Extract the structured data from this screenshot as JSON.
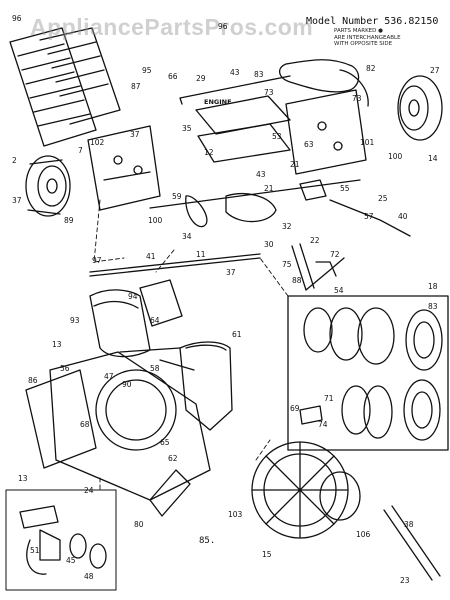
{
  "header": {
    "watermark": "AppliancePartsPros.com",
    "model_label": "Model Number 536.82150",
    "note_line1": "PARTS MARKED ●",
    "note_line2": "ARE INTERCHANGEABLE",
    "note_line3": "WITH OPPOSITE SIDE"
  },
  "diagram_code": "85.",
  "callouts": [
    {
      "id": "96a",
      "t": "96"
    },
    {
      "id": "95",
      "t": "95"
    },
    {
      "id": "96b",
      "t": "96"
    },
    {
      "id": "87",
      "t": "87"
    },
    {
      "id": "66",
      "t": "66"
    },
    {
      "id": "29",
      "t": "29"
    },
    {
      "id": "43",
      "t": "43"
    },
    {
      "id": "83a",
      "t": "83"
    },
    {
      "id": "73",
      "t": "73"
    },
    {
      "id": "82",
      "t": "82"
    },
    {
      "id": "27a",
      "t": "27"
    },
    {
      "id": "73b",
      "t": "73"
    },
    {
      "id": "engine",
      "t": "ENGINE"
    },
    {
      "id": "35",
      "t": "35"
    },
    {
      "id": "37a",
      "t": "37"
    },
    {
      "id": "102a",
      "t": "102"
    },
    {
      "id": "7",
      "t": "7"
    },
    {
      "id": "2",
      "t": "2"
    },
    {
      "id": "37b",
      "t": "37"
    },
    {
      "id": "89",
      "t": "89"
    },
    {
      "id": "100a",
      "t": "100"
    },
    {
      "id": "101",
      "t": "101"
    },
    {
      "id": "12",
      "t": "12"
    },
    {
      "id": "53",
      "t": "53"
    },
    {
      "id": "63",
      "t": "63"
    },
    {
      "id": "21a",
      "t": "21"
    },
    {
      "id": "21b",
      "t": "21"
    },
    {
      "id": "55",
      "t": "55"
    },
    {
      "id": "43b",
      "t": "43"
    },
    {
      "id": "100b",
      "t": "100"
    },
    {
      "id": "14",
      "t": "14"
    },
    {
      "id": "25",
      "t": "25"
    },
    {
      "id": "59",
      "t": "59"
    },
    {
      "id": "34",
      "t": "34"
    },
    {
      "id": "32",
      "t": "32"
    },
    {
      "id": "11",
      "t": "11"
    },
    {
      "id": "41",
      "t": "41"
    },
    {
      "id": "97",
      "t": "97"
    },
    {
      "id": "94",
      "t": "94"
    },
    {
      "id": "37c",
      "t": "37"
    },
    {
      "id": "72",
      "t": "72"
    },
    {
      "id": "75",
      "t": "75"
    },
    {
      "id": "88",
      "t": "88"
    },
    {
      "id": "18",
      "t": "18"
    },
    {
      "id": "54",
      "t": "54"
    },
    {
      "id": "93",
      "t": "93"
    },
    {
      "id": "13a",
      "t": "13"
    },
    {
      "id": "64",
      "t": "64"
    },
    {
      "id": "61",
      "t": "61"
    },
    {
      "id": "58",
      "t": "58"
    },
    {
      "id": "47",
      "t": "47"
    },
    {
      "id": "56",
      "t": "56"
    },
    {
      "id": "90",
      "t": "90"
    },
    {
      "id": "86",
      "t": "86"
    },
    {
      "id": "68",
      "t": "68"
    },
    {
      "id": "13b",
      "t": "13"
    },
    {
      "id": "65",
      "t": "65"
    },
    {
      "id": "62",
      "t": "62"
    },
    {
      "id": "24",
      "t": "24"
    },
    {
      "id": "80",
      "t": "80"
    },
    {
      "id": "51",
      "t": "51"
    },
    {
      "id": "45",
      "t": "45"
    },
    {
      "id": "48",
      "t": "48"
    },
    {
      "id": "15",
      "t": "15"
    },
    {
      "id": "103",
      "t": "103"
    },
    {
      "id": "106",
      "t": "106"
    },
    {
      "id": "23",
      "t": "23"
    },
    {
      "id": "38",
      "t": "38"
    },
    {
      "id": "69",
      "t": "69"
    },
    {
      "id": "71",
      "t": "71"
    },
    {
      "id": "74",
      "t": "74"
    },
    {
      "id": "83b",
      "t": "83"
    },
    {
      "id": "40",
      "t": "40"
    },
    {
      "id": "22",
      "t": "22"
    },
    {
      "id": "30",
      "t": "30"
    },
    {
      "id": "57",
      "t": "57"
    }
  ]
}
